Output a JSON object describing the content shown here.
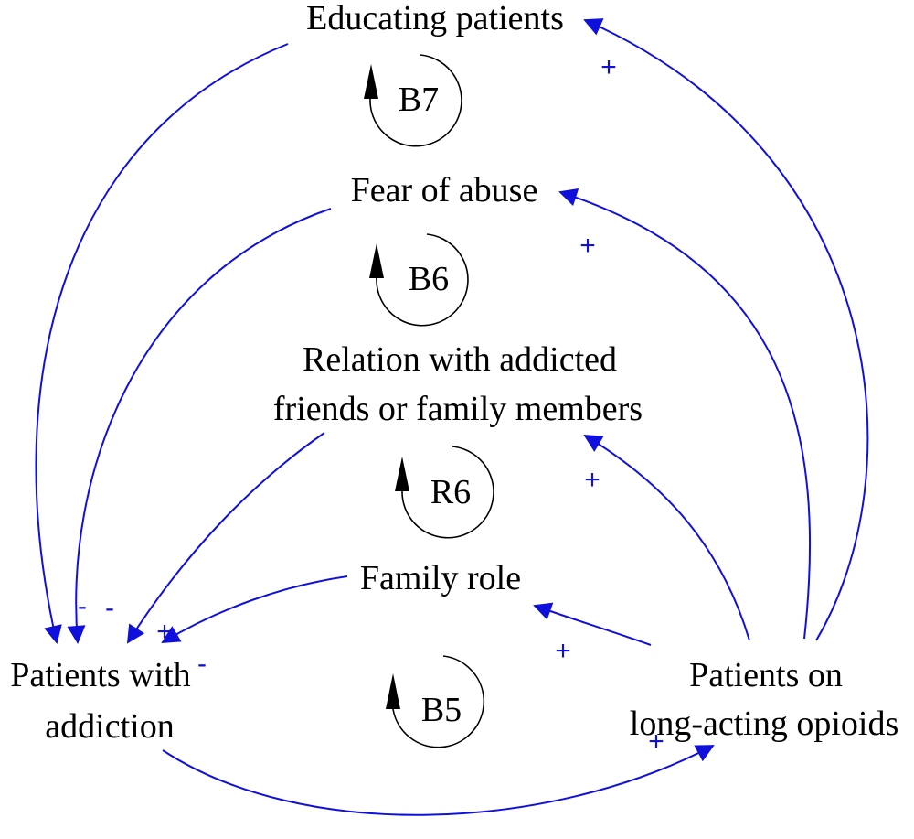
{
  "colors": {
    "link": "#1010dd",
    "loop": "#000000",
    "text": "#000000"
  },
  "nodes": {
    "educating": "Educating patients",
    "fear": "Fear of abuse",
    "relation_line1": "Relation with addicted",
    "relation_line2": "friends or family members",
    "family_role": "Family role",
    "addiction_line1": "Patients with",
    "addiction_line2": "addiction",
    "opioids_line1": "Patients on",
    "opioids_line2": "long-acting opioids"
  },
  "loops": {
    "b7": "B7",
    "b6": "B6",
    "r6": "R6",
    "b5": "B5"
  },
  "polarities": {
    "opioids_to_educating": "+",
    "opioids_to_fear": "+",
    "opioids_to_relation": "+",
    "opioids_to_family_role": "+",
    "addiction_to_opioids": "+",
    "educating_to_addiction": "-",
    "fear_to_addiction": "-",
    "relation_to_addiction": "+",
    "family_role_to_addiction": "-"
  }
}
